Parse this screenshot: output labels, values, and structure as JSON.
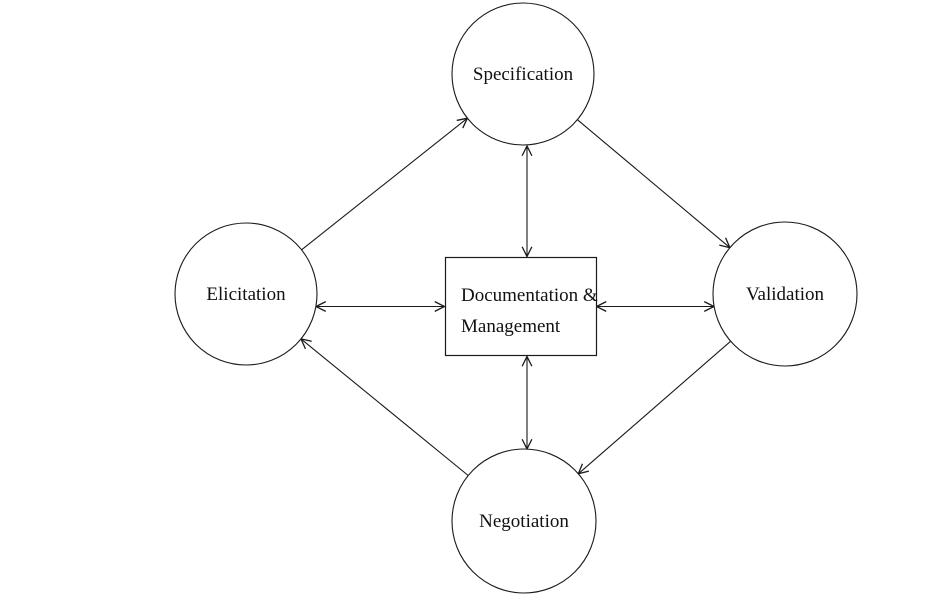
{
  "diagram": {
    "type": "process-cycle-diagram",
    "nodes": {
      "specification": {
        "label": "Specification",
        "shape": "circle",
        "position": "top"
      },
      "elicitation": {
        "label": "Elicitation",
        "shape": "circle",
        "position": "left"
      },
      "validation": {
        "label": "Validation",
        "shape": "circle",
        "position": "right"
      },
      "negotiation": {
        "label": "Negotiation",
        "shape": "circle",
        "position": "bottom"
      },
      "documentation": {
        "label_line1": "Documentation &",
        "label_line2": "Management",
        "shape": "rectangle",
        "position": "center"
      }
    },
    "edges": [
      {
        "from": "elicitation",
        "to": "specification",
        "direction": "one-way"
      },
      {
        "from": "specification",
        "to": "validation",
        "direction": "one-way"
      },
      {
        "from": "validation",
        "to": "negotiation",
        "direction": "one-way"
      },
      {
        "from": "negotiation",
        "to": "elicitation",
        "direction": "one-way"
      },
      {
        "from": "documentation",
        "to": "specification",
        "direction": "two-way"
      },
      {
        "from": "documentation",
        "to": "elicitation",
        "direction": "two-way"
      },
      {
        "from": "documentation",
        "to": "validation",
        "direction": "two-way"
      },
      {
        "from": "documentation",
        "to": "negotiation",
        "direction": "two-way"
      }
    ],
    "colors": {
      "line": "#1a1a1a",
      "text": "#111111",
      "background": "#ffffff"
    }
  }
}
